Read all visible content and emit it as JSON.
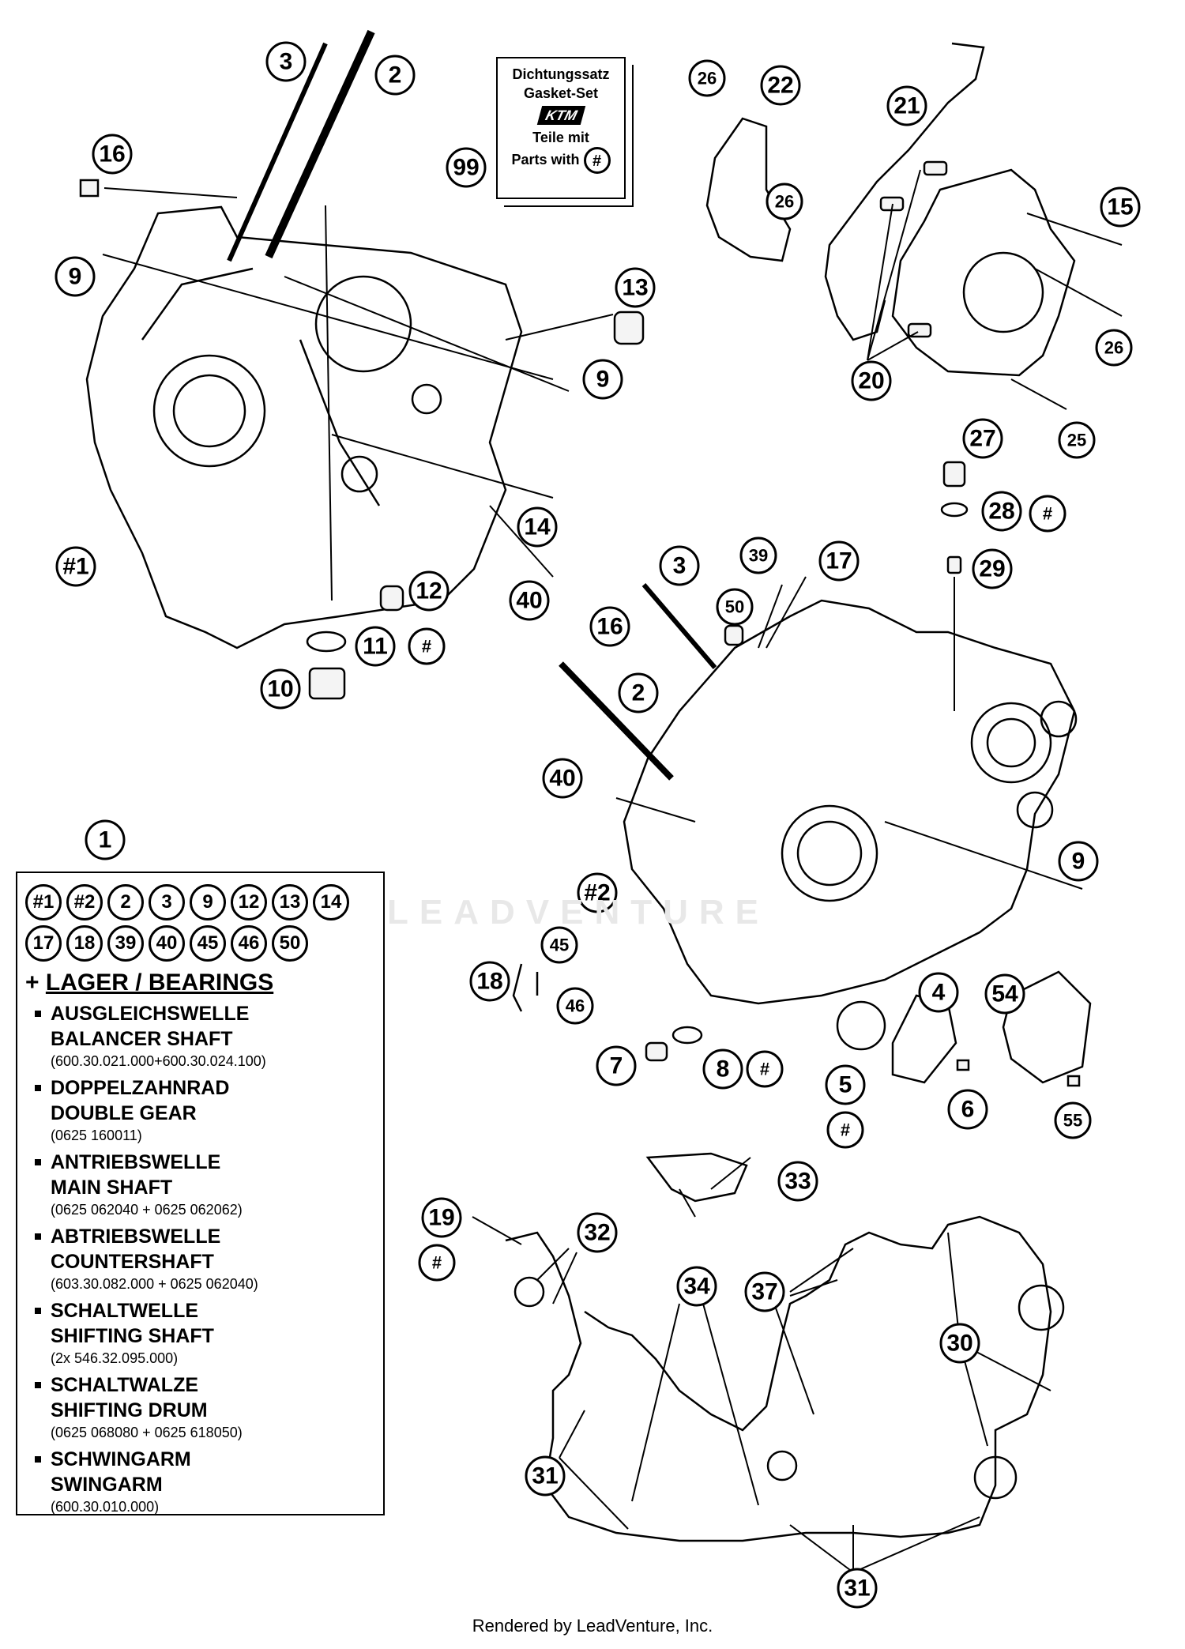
{
  "gasket_set": {
    "line1": "Dichtungssatz",
    "line2": "Gasket-Set",
    "logo": "KTM",
    "line3": "Teile mit",
    "line4": "Parts with",
    "hash": "#"
  },
  "callouts": {
    "c1": "1",
    "c2a": "2",
    "c3a": "3",
    "c16a": "16",
    "c9a": "9",
    "c9b": "9",
    "c13": "13",
    "c14": "14",
    "c40a": "40",
    "c12": "12",
    "c11": "11",
    "c11h": "#",
    "c10": "10",
    "c1a": "#1",
    "c99": "99",
    "c26a": "26",
    "c22": "22",
    "c26b": "26",
    "c21": "21",
    "c15": "15",
    "c26c": "26",
    "c20": "20",
    "c25": "25",
    "c27": "27",
    "c28": "28",
    "c28h": "#",
    "c29": "29",
    "c39": "39",
    "c17": "17",
    "c3b": "3",
    "c50": "50",
    "c16b": "16",
    "c2b": "2",
    "c40b": "40",
    "c9c": "9",
    "c2c": "#2",
    "c45": "45",
    "c18": "18",
    "c46": "46",
    "c7": "7",
    "c8": "8",
    "c8h": "#",
    "c4": "4",
    "c54": "54",
    "c5": "5",
    "c5h": "#",
    "c6": "6",
    "c55": "55",
    "c33": "33",
    "c19": "19",
    "c19h": "#",
    "c32": "32",
    "c34": "34",
    "c37": "37",
    "c30": "30",
    "c31a": "31",
    "c31b": "31"
  },
  "legend": {
    "chips": [
      "#1",
      "#2",
      "2",
      "3",
      "9",
      "12",
      "13",
      "14",
      "17",
      "18",
      "39",
      "40",
      "45",
      "46",
      "50"
    ],
    "header_prefix": "+",
    "header": "LAGER / BEARINGS",
    "items": [
      {
        "de": "AUSGLEICHSWELLE",
        "en": "BALANCER SHAFT",
        "pn": "(600.30.021.000+600.30.024.100)"
      },
      {
        "de": "DOPPELZAHNRAD",
        "en": "DOUBLE GEAR",
        "pn": "(0625 160011)"
      },
      {
        "de": "ANTRIEBSWELLE",
        "en": "MAIN SHAFT",
        "pn": "(0625 062040 + 0625 062062)"
      },
      {
        "de": "ABTRIEBSWELLE",
        "en": "COUNTERSHAFT",
        "pn": "(603.30.082.000 + 0625 062040)"
      },
      {
        "de": "SCHALTWELLE",
        "en": "SHIFTING SHAFT",
        "pn": "(2x 546.32.095.000)"
      },
      {
        "de": "SCHALTWALZE",
        "en": "SHIFTING DRUM",
        "pn": "(0625 068080 + 0625 618050)"
      },
      {
        "de": "SCHWINGARM",
        "en": "SWINGARM",
        "pn": "(600.30.010.000)"
      }
    ]
  },
  "watermark": "LEADVENTURE",
  "footer": "Rendered by LeadVenture, Inc."
}
